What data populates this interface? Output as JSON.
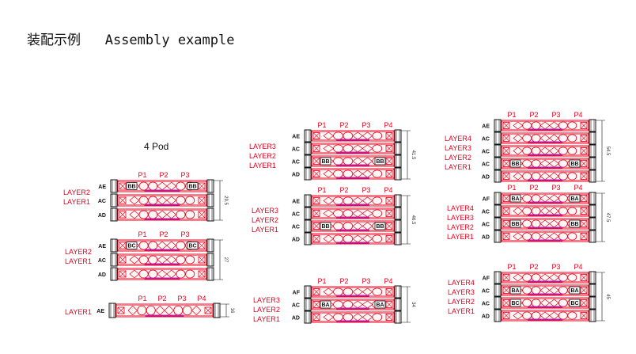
{
  "page_title": "装配示例   Assembly example",
  "pod_label": "4 Pod",
  "layer_names": [
    "LAYER1",
    "LAYER2",
    "LAYER3",
    "LAYER4"
  ],
  "position_labels": [
    "P1",
    "P2",
    "P3",
    "P4"
  ],
  "level_codes": [
    "AF",
    "AE",
    "AC",
    "AD"
  ],
  "tags": [
    "BB",
    "BC",
    "BA"
  ],
  "dimensions": [
    "29.5",
    "27",
    "16",
    "41.5",
    "46.5",
    "34",
    "54.5",
    "47.5",
    "45"
  ],
  "colors": {
    "red": "#e8001c",
    "magenta": "#c01a9e",
    "purple": "#7a1c7a",
    "black": "#111111"
  }
}
